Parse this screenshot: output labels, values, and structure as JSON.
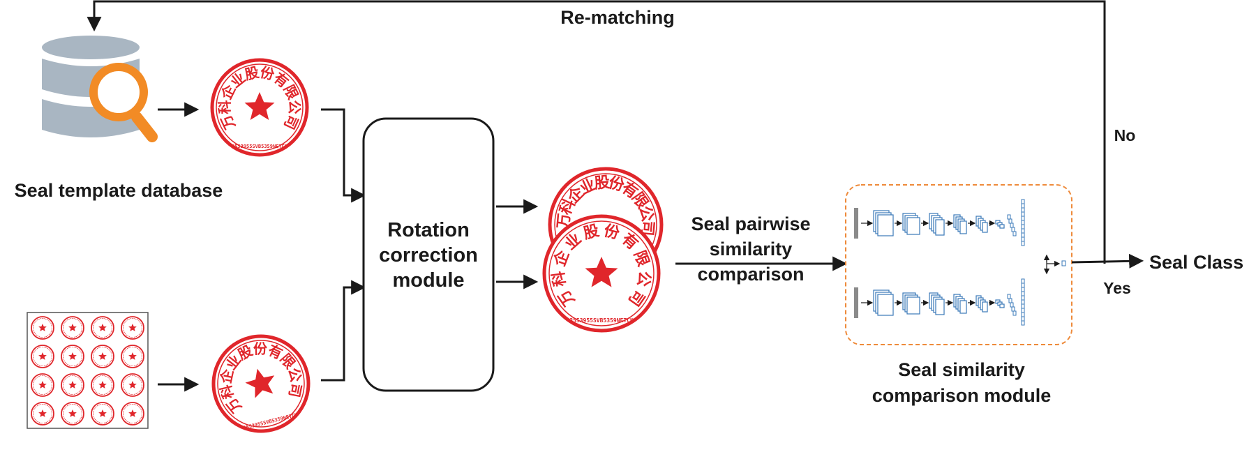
{
  "labels": {
    "rematching": "Re-matching",
    "no": "No",
    "yes": "Yes",
    "seal_template_database": "Seal template database",
    "rotation_line1": "Rotation",
    "rotation_line2": "correction",
    "rotation_line3": "module",
    "pairwise_line1": "Seal pairwise",
    "pairwise_line2": "similarity",
    "pairwise_line3": "comparison",
    "module_line1": "Seal similarity",
    "module_line2": "comparison module",
    "seal_class": "Seal Class"
  },
  "seal": {
    "chars": [
      "万",
      "科",
      "企",
      "业",
      "股",
      "份",
      "有",
      "限",
      "公",
      "司"
    ],
    "code": "3553955SVВ5359NETCN",
    "star": "★"
  },
  "colors": {
    "seal_red": "#e0262b",
    "arrow": "#1a1a1a",
    "db_gray": "#a9b6c2",
    "magnifier": "#f28b25",
    "module_border": "#ee8a3a",
    "cnn_blue": "#3a78b8"
  },
  "icons": {
    "database": "database-search-icon",
    "cnn": "cnn-network-icon"
  }
}
